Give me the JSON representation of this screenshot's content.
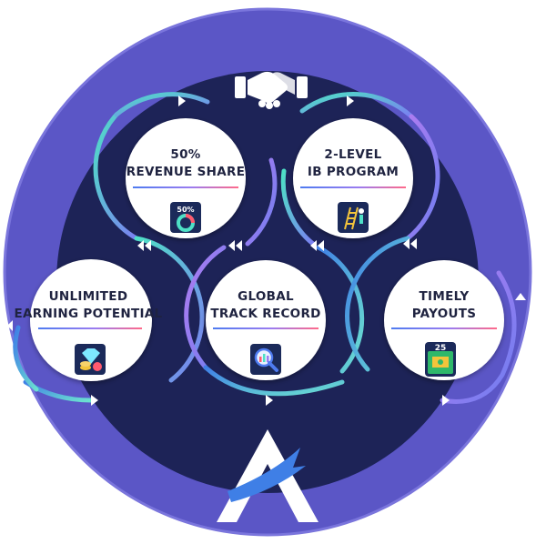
{
  "title": "Benefits of Partnership with us",
  "colors": {
    "outer_ring": "#5b56c6",
    "inner_disc": "#1d2357",
    "node_fill": "#ffffff",
    "text": "#1f2340",
    "arc_teal": "#4ee0c6",
    "arc_violet": "#9a7cf0",
    "arc_blue": "#3f7fe6"
  },
  "nodes": [
    {
      "id": "revenue",
      "line1": "50%",
      "line2": "REVENUE SHARE",
      "icon": "pie-chart-icon",
      "badge": "50%"
    },
    {
      "id": "ib",
      "line1": "2-LEVEL",
      "line2": "IB PROGRAM",
      "icon": "ladder-climber-icon"
    },
    {
      "id": "earning",
      "line1": "UNLIMITED",
      "line2": "EARNING POTENTIAL",
      "icon": "diamond-coins-icon"
    },
    {
      "id": "global",
      "line1": "GLOBAL",
      "line2": "TRACK RECORD",
      "icon": "magnifier-chart-icon"
    },
    {
      "id": "payouts",
      "line1": "TIMELY",
      "line2": "PAYOUTS",
      "icon": "calendar-money-icon",
      "badge": "25"
    }
  ],
  "handshake_icon": "handshake-icon",
  "logo_icon": "arrow-a-logo-icon"
}
